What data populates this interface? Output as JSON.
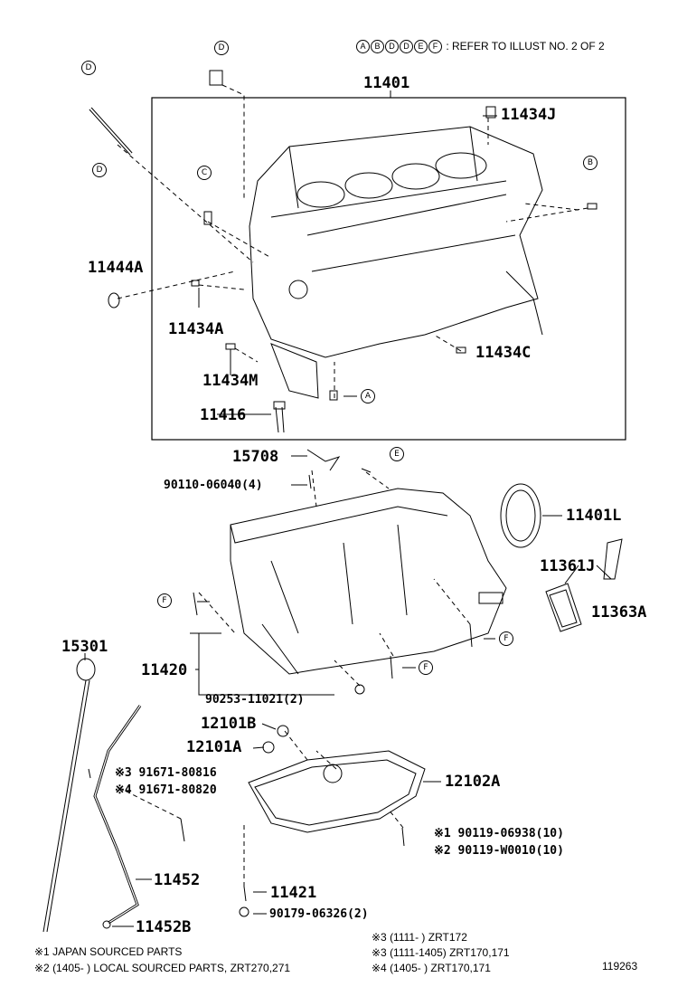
{
  "header": {
    "refs": [
      "A",
      "B",
      "D",
      "D",
      "E",
      "F"
    ],
    "text": ": REFER TO ILLUST NO. 2 OF 2"
  },
  "parts": {
    "p11401": "11401",
    "p11434J": "11434J",
    "p11444A": "11444A",
    "p11434A": "11434A",
    "p11434M": "11434M",
    "p11434C": "11434C",
    "p11416": "11416",
    "p15708": "15708",
    "p90110": "90110-06040(4)",
    "p11401L": "11401L",
    "p11361J": "11361J",
    "p11363A": "11363A",
    "p15301": "15301",
    "p11420": "11420",
    "p90253": "90253-11021(2)",
    "p12101B": "12101B",
    "p12101A": "12101A",
    "p91671_3": "※3 91671-80816",
    "p91671_4": "※4 91671-80820",
    "p12102A": "12102A",
    "p90119_1": "※1 90119-06938(10)",
    "p90119_2": "※2 90119-W0010(10)",
    "p11452": "11452",
    "p11421": "11421",
    "p90179": "90179-06326(2)",
    "p11452B": "11452B"
  },
  "callouts": {
    "d1": "D",
    "d2": "D",
    "d3": "D",
    "c": "C",
    "b": "B",
    "a": "A",
    "e": "E",
    "f1": "F",
    "f2": "F",
    "f3": "F"
  },
  "notes": {
    "n1": "※1 JAPAN SOURCED PARTS",
    "n2": "※2 (1405-        ) LOCAL SOURCED PARTS, ZRT270,271",
    "n3a": "※3 (1111-        ) ZRT172",
    "n3b": "※3 (1111-1405) ZRT170,171",
    "n4": "※4 (1405-        ) ZRT170,171",
    "illust_no": "119263"
  }
}
